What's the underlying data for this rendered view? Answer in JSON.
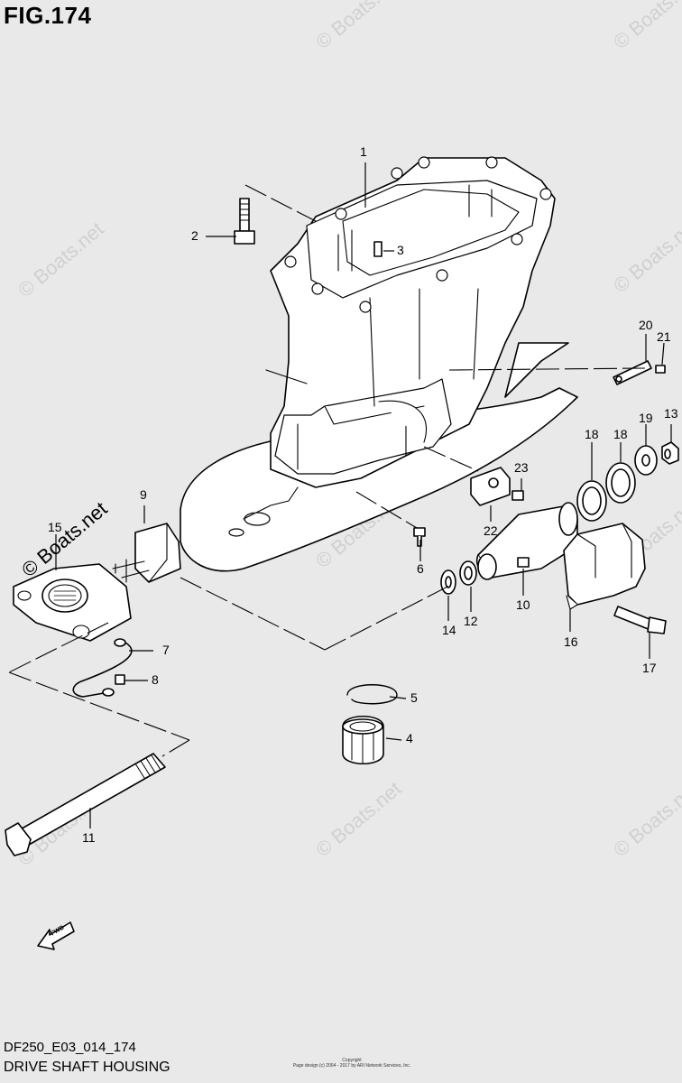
{
  "figure": {
    "title": "FIG.174"
  },
  "footer": {
    "code": "DF250_E03_014_174",
    "caption": "DRIVE SHAFT HOUSING",
    "copyright_1": "Copyright",
    "copyright_2": "Page design (c) 2004 - 2017 by ARI Network Services, Inc."
  },
  "watermark": {
    "text": "© Boats.net"
  },
  "fwd_label": "FWD",
  "callouts": {
    "c1": "1",
    "c2": "2",
    "c3": "3",
    "c4": "4",
    "c5": "5",
    "c6": "6",
    "c7": "7",
    "c8": "8",
    "c9": "9",
    "c10": "10",
    "c11": "11",
    "c12": "12",
    "c13": "13",
    "c14": "14",
    "c15": "15",
    "c16": "16",
    "c17": "17",
    "c18a": "18",
    "c18b": "18",
    "c19": "19",
    "c20": "20",
    "c21": "21",
    "c22": "22",
    "c23": "23"
  }
}
